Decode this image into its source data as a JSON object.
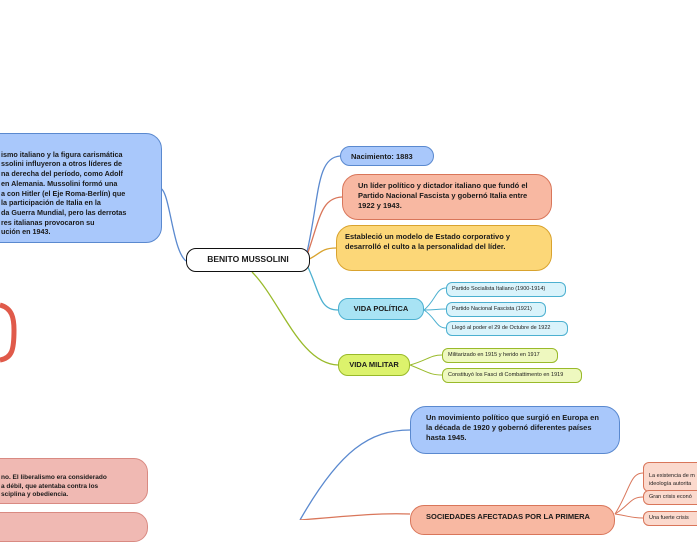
{
  "central": {
    "label": "BENITO MUSSOLINI"
  },
  "right_topics": [
    {
      "id": "nacimiento",
      "text": "Nacimiento: 1883"
    },
    {
      "id": "lider",
      "text": "Un líder político y dictador italiano que fundó el Partido Nacional Fascista y gobernó Italia entre 1922 y 1943."
    },
    {
      "id": "modelo",
      "text": "Estableció un modelo de Estado corporativo y desarrolló el culto a la personalidad del líder."
    },
    {
      "id": "politica",
      "text": "VIDA POLÍTICA"
    },
    {
      "id": "militar",
      "text": "VIDA MILITAR"
    },
    {
      "id": "movimiento",
      "text": "Un movimiento político que surgió en Europa en la década de 1920 y gobernó diferentes países hasta 1945."
    },
    {
      "id": "sociedades",
      "text": "SOCIEDADES AFECTADAS POR LA PRIMERA"
    }
  ],
  "politica_items": [
    "Partido Socialista Italiano (1900-1914)",
    "Partido Nacional Fascista (1921)",
    "Llegó al poder el 29 de Octubre de 1922"
  ],
  "militar_items": [
    "Militarizado en 1915 y herido en 1917",
    "Constituyó los Fasci di Combattimento en 1919"
  ],
  "sociedades_items": [
    "La existencia de m\nideología autorita",
    "Gran crisis econó",
    "Una fuerte crisis"
  ],
  "left_topics": {
    "influence": "ismo italiano y la figura carismática\nssolini influyeron a otros líderes de\nna derecha del período, como Adolf\nen Alemania. Mussolini formó una\na con Hitler (el Eje Roma-Berlín) que\nla participación de Italia en la\nda Guerra Mundial, pero las derrotas\nres italianas provocaron su\nución en 1943.",
    "liberalism": "no. El liberalismo era considerado\na débil, que atentaba contra los\nsciplina y obediencia."
  },
  "colors": {
    "blue_branch": "#5a89cf",
    "salmon_branch": "#d9765a",
    "yellow_branch": "#d9a32e",
    "cyan_branch": "#4cb0d0",
    "lime_branch": "#99ba2a",
    "red_branch": "#e05a4a"
  }
}
